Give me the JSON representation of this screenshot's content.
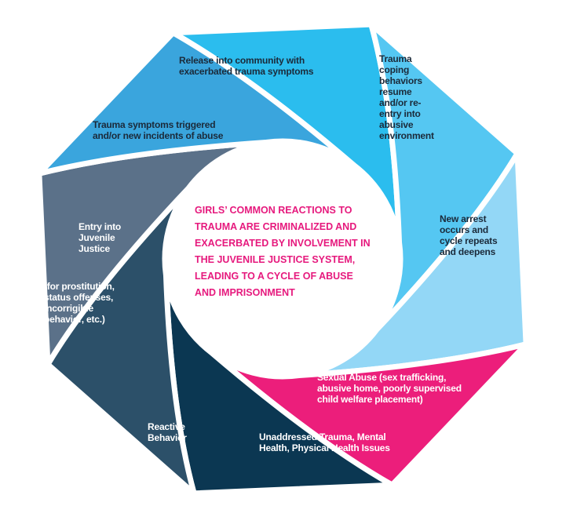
{
  "center_text": [
    "GIRLS’ COMMON REACTIONS TO",
    "TRAUMA ARE CRIMINALIZED AND",
    "EXACERBATED BY INVOLVEMENT IN",
    "THE JUVENILE JUSTICE SYSTEM,",
    "LEADING TO A CYCLE OF ABUSE",
    "AND IMPRISONMENT"
  ],
  "center_color": "#e6197d",
  "segments": [
    {
      "label": "Release into community with exacerbated trauma symptoms",
      "color": "#2bbdee"
    },
    {
      "label": "Trauma coping behaviors resume and/or re-entry into abusive environment",
      "color": "#55c7f2"
    },
    {
      "label": "New arrest occurs and cycle repeats and deepens",
      "color": "#93d7f6"
    },
    {
      "label": "Sexual Abuse (sex trafficking, abusive home, poorly supervised child welfare placement)",
      "color": "#ec1e7b"
    },
    {
      "label": "Unaddressed Trauma, Mental Health, Physical Health Issues",
      "color": "#0b3752"
    },
    {
      "label": "Reactive Behavior",
      "color": "#2c5069"
    },
    {
      "label": "Entry into Juvenile Justice",
      "sub": "(for prostitution, status offenses, incorrigible behavior, etc.)",
      "color": "#5b7189"
    },
    {
      "label": "Trauma symptoms triggered and/or new incidents of abuse",
      "color": "#3aa5dd"
    }
  ]
}
